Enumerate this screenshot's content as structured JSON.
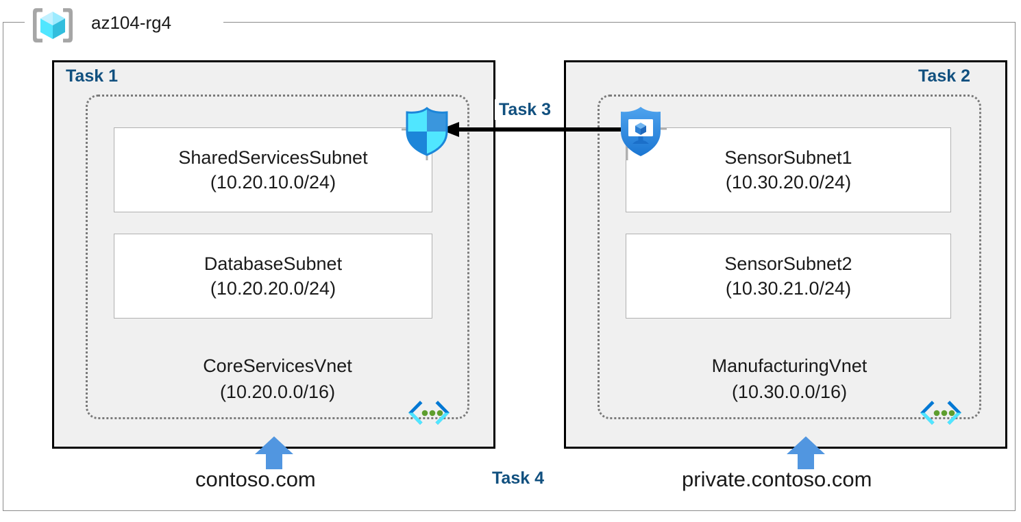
{
  "resource_group": {
    "name": "az104-rg4",
    "icon": "azure-resource-group-cube-icon"
  },
  "tasks": {
    "task1_label": "Task 1",
    "task2_label": "Task 2",
    "task3_label": "Task 3",
    "task4_label": "Task 4"
  },
  "vnets": [
    {
      "task": "Task 1",
      "name": "CoreServicesVnet",
      "cidr": "(10.20.0.0/16)",
      "icon": "virtual-network-icon",
      "subnets": [
        {
          "name": "SharedServicesSubnet",
          "cidr": "(10.20.10.0/24)"
        },
        {
          "name": "DatabaseSubnet",
          "cidr": "(10.20.20.0/24)"
        }
      ]
    },
    {
      "task": "Task 2",
      "name": "ManufacturingVnet",
      "cidr": "(10.30.0.0/16)",
      "icon": "virtual-network-icon",
      "subnets": [
        {
          "name": "SensorSubnet1",
          "cidr": "(10.30.20.0/24)"
        },
        {
          "name": "SensorSubnet2",
          "cidr": "(10.30.21.0/24)"
        }
      ]
    }
  ],
  "security": {
    "left_icon": "network-security-group-shield-icon",
    "right_icon": "vm-protection-shield-icon",
    "connection_icon": "left-arrow-peering-icon"
  },
  "dns_zones": [
    {
      "name": "contoso.com",
      "arrow_icon": "up-arrow-icon"
    },
    {
      "name": "private.contoso.com",
      "arrow_icon": "up-arrow-icon"
    }
  ],
  "colors": {
    "task_label": "#11507F",
    "task_box_fill": "#F0F0F0",
    "task_box_border": "#000000",
    "vnet_border": "#7a7a7a",
    "subnet_border": "#b0b0b0",
    "arrow_blue": "#5196E0",
    "azure_cyan": "#50E6FF",
    "azure_blue": "#0078D4",
    "vnet_dot_green": "#5E9E2E"
  }
}
